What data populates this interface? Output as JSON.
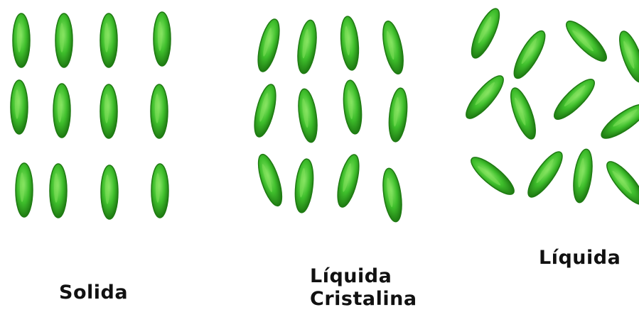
{
  "diagram": {
    "colors": {
      "molecule_fill": "#3fbf2c",
      "molecule_dark": "#1e7a12",
      "molecule_light": "#7fe05a",
      "background": "#ffffff",
      "text": "#111111"
    },
    "panels": [
      {
        "name": "solid",
        "label_lines": [
          "Solida"
        ]
      },
      {
        "name": "liquid-crystal",
        "label_lines": [
          "Líquida",
          "Cristalina"
        ]
      },
      {
        "name": "liquid",
        "label_lines": [
          "Líquida"
        ]
      }
    ]
  }
}
